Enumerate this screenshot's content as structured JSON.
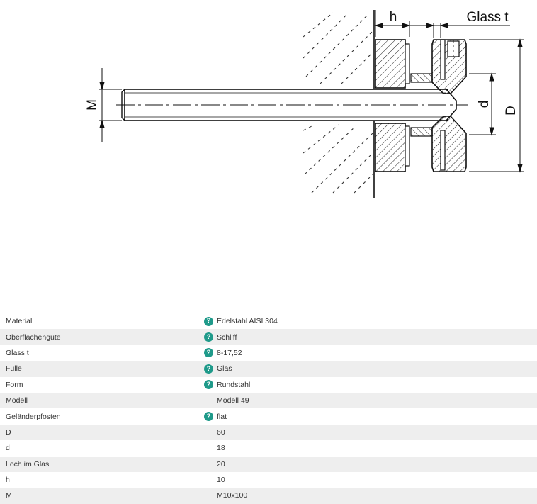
{
  "drawing": {
    "dimension_labels": {
      "h": "h",
      "glass_t": "Glass t",
      "m": "M",
      "d": "d",
      "D": "D"
    }
  },
  "specs": [
    {
      "label": "Material",
      "value": "Edelstahl AISI 304",
      "help": true
    },
    {
      "label": "Oberflächengüte",
      "value": "Schliff",
      "help": true
    },
    {
      "label": "Glass t",
      "value": "8-17,52",
      "help": true
    },
    {
      "label": "Fülle",
      "value": "Glas",
      "help": true
    },
    {
      "label": "Form",
      "value": "Rundstahl",
      "help": true
    },
    {
      "label": "Modell",
      "value": "Modell 49",
      "help": false
    },
    {
      "label": "Geländerpfosten",
      "value": "flat",
      "help": true
    },
    {
      "label": "D",
      "value": "60",
      "help": false
    },
    {
      "label": "d",
      "value": "18",
      "help": false
    },
    {
      "label": "Loch im Glas",
      "value": "20",
      "help": false
    },
    {
      "label": "h",
      "value": "10",
      "help": false
    },
    {
      "label": "M",
      "value": "M10x100",
      "help": false
    }
  ],
  "colors": {
    "help_icon": "#1f9a8a",
    "row_shade": "#eeeeee"
  }
}
